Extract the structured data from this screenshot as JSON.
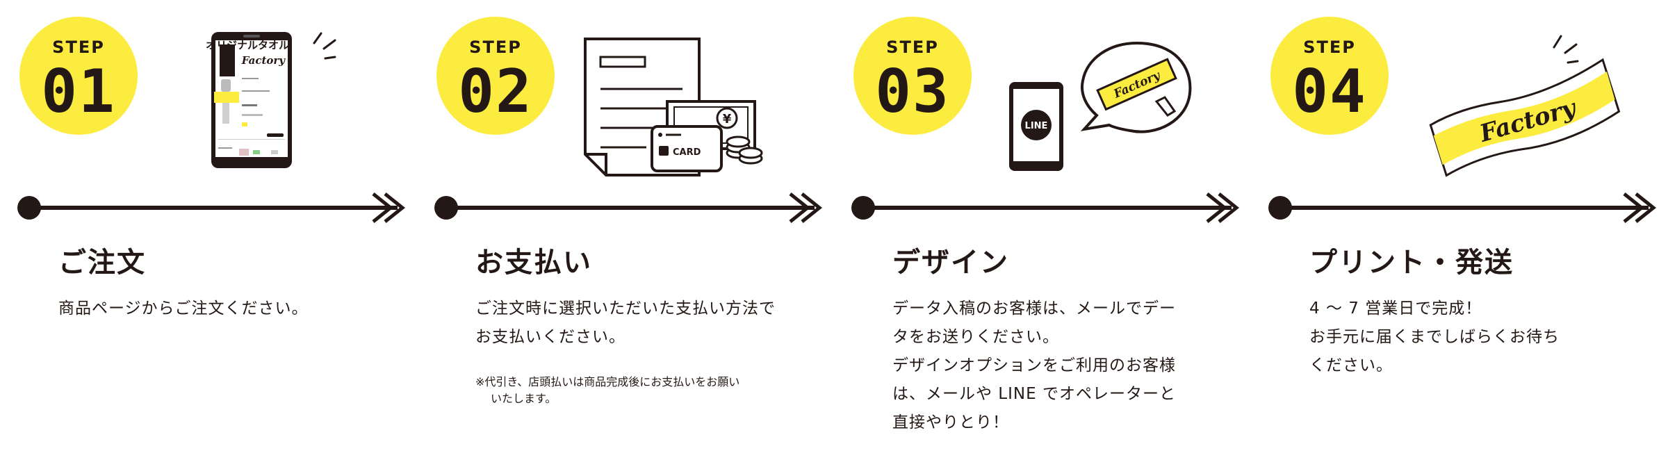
{
  "steps": [
    {
      "label": "STEP",
      "number": "01",
      "title": "ご注文",
      "desc": [
        "商品ページからご注文ください。"
      ],
      "phone_title": "オリジナルタオル",
      "phone_logo": "Factory"
    },
    {
      "label": "STEP",
      "number": "02",
      "title": "お支払い",
      "desc": [
        "ご注文時に選択いただいた支払い方法で",
        "お支払いください。"
      ],
      "note": [
        "※代引き、店頭払いは商品完成後にお支払いをお願い",
        "いたします。"
      ],
      "card_text": "CARD",
      "yen": "¥"
    },
    {
      "label": "STEP",
      "number": "03",
      "title": "デザイン",
      "desc": [
        "データ入稿のお客様は、メールでデー",
        "タをお送りください。",
        "デザインオプションをご利用のお客様",
        "は、メールや LINE でオペレーターと",
        "直接やりとり！"
      ],
      "line_text": "LINE",
      "towel_logo": "Factory"
    },
    {
      "label": "STEP",
      "number": "04",
      "title": "プリント・発送",
      "desc": [
        "4 ～ 7 営業日で完成！",
        "お手元に届くまでしばらくお待ち",
        "ください。"
      ],
      "towel_logo": "Factory"
    }
  ]
}
